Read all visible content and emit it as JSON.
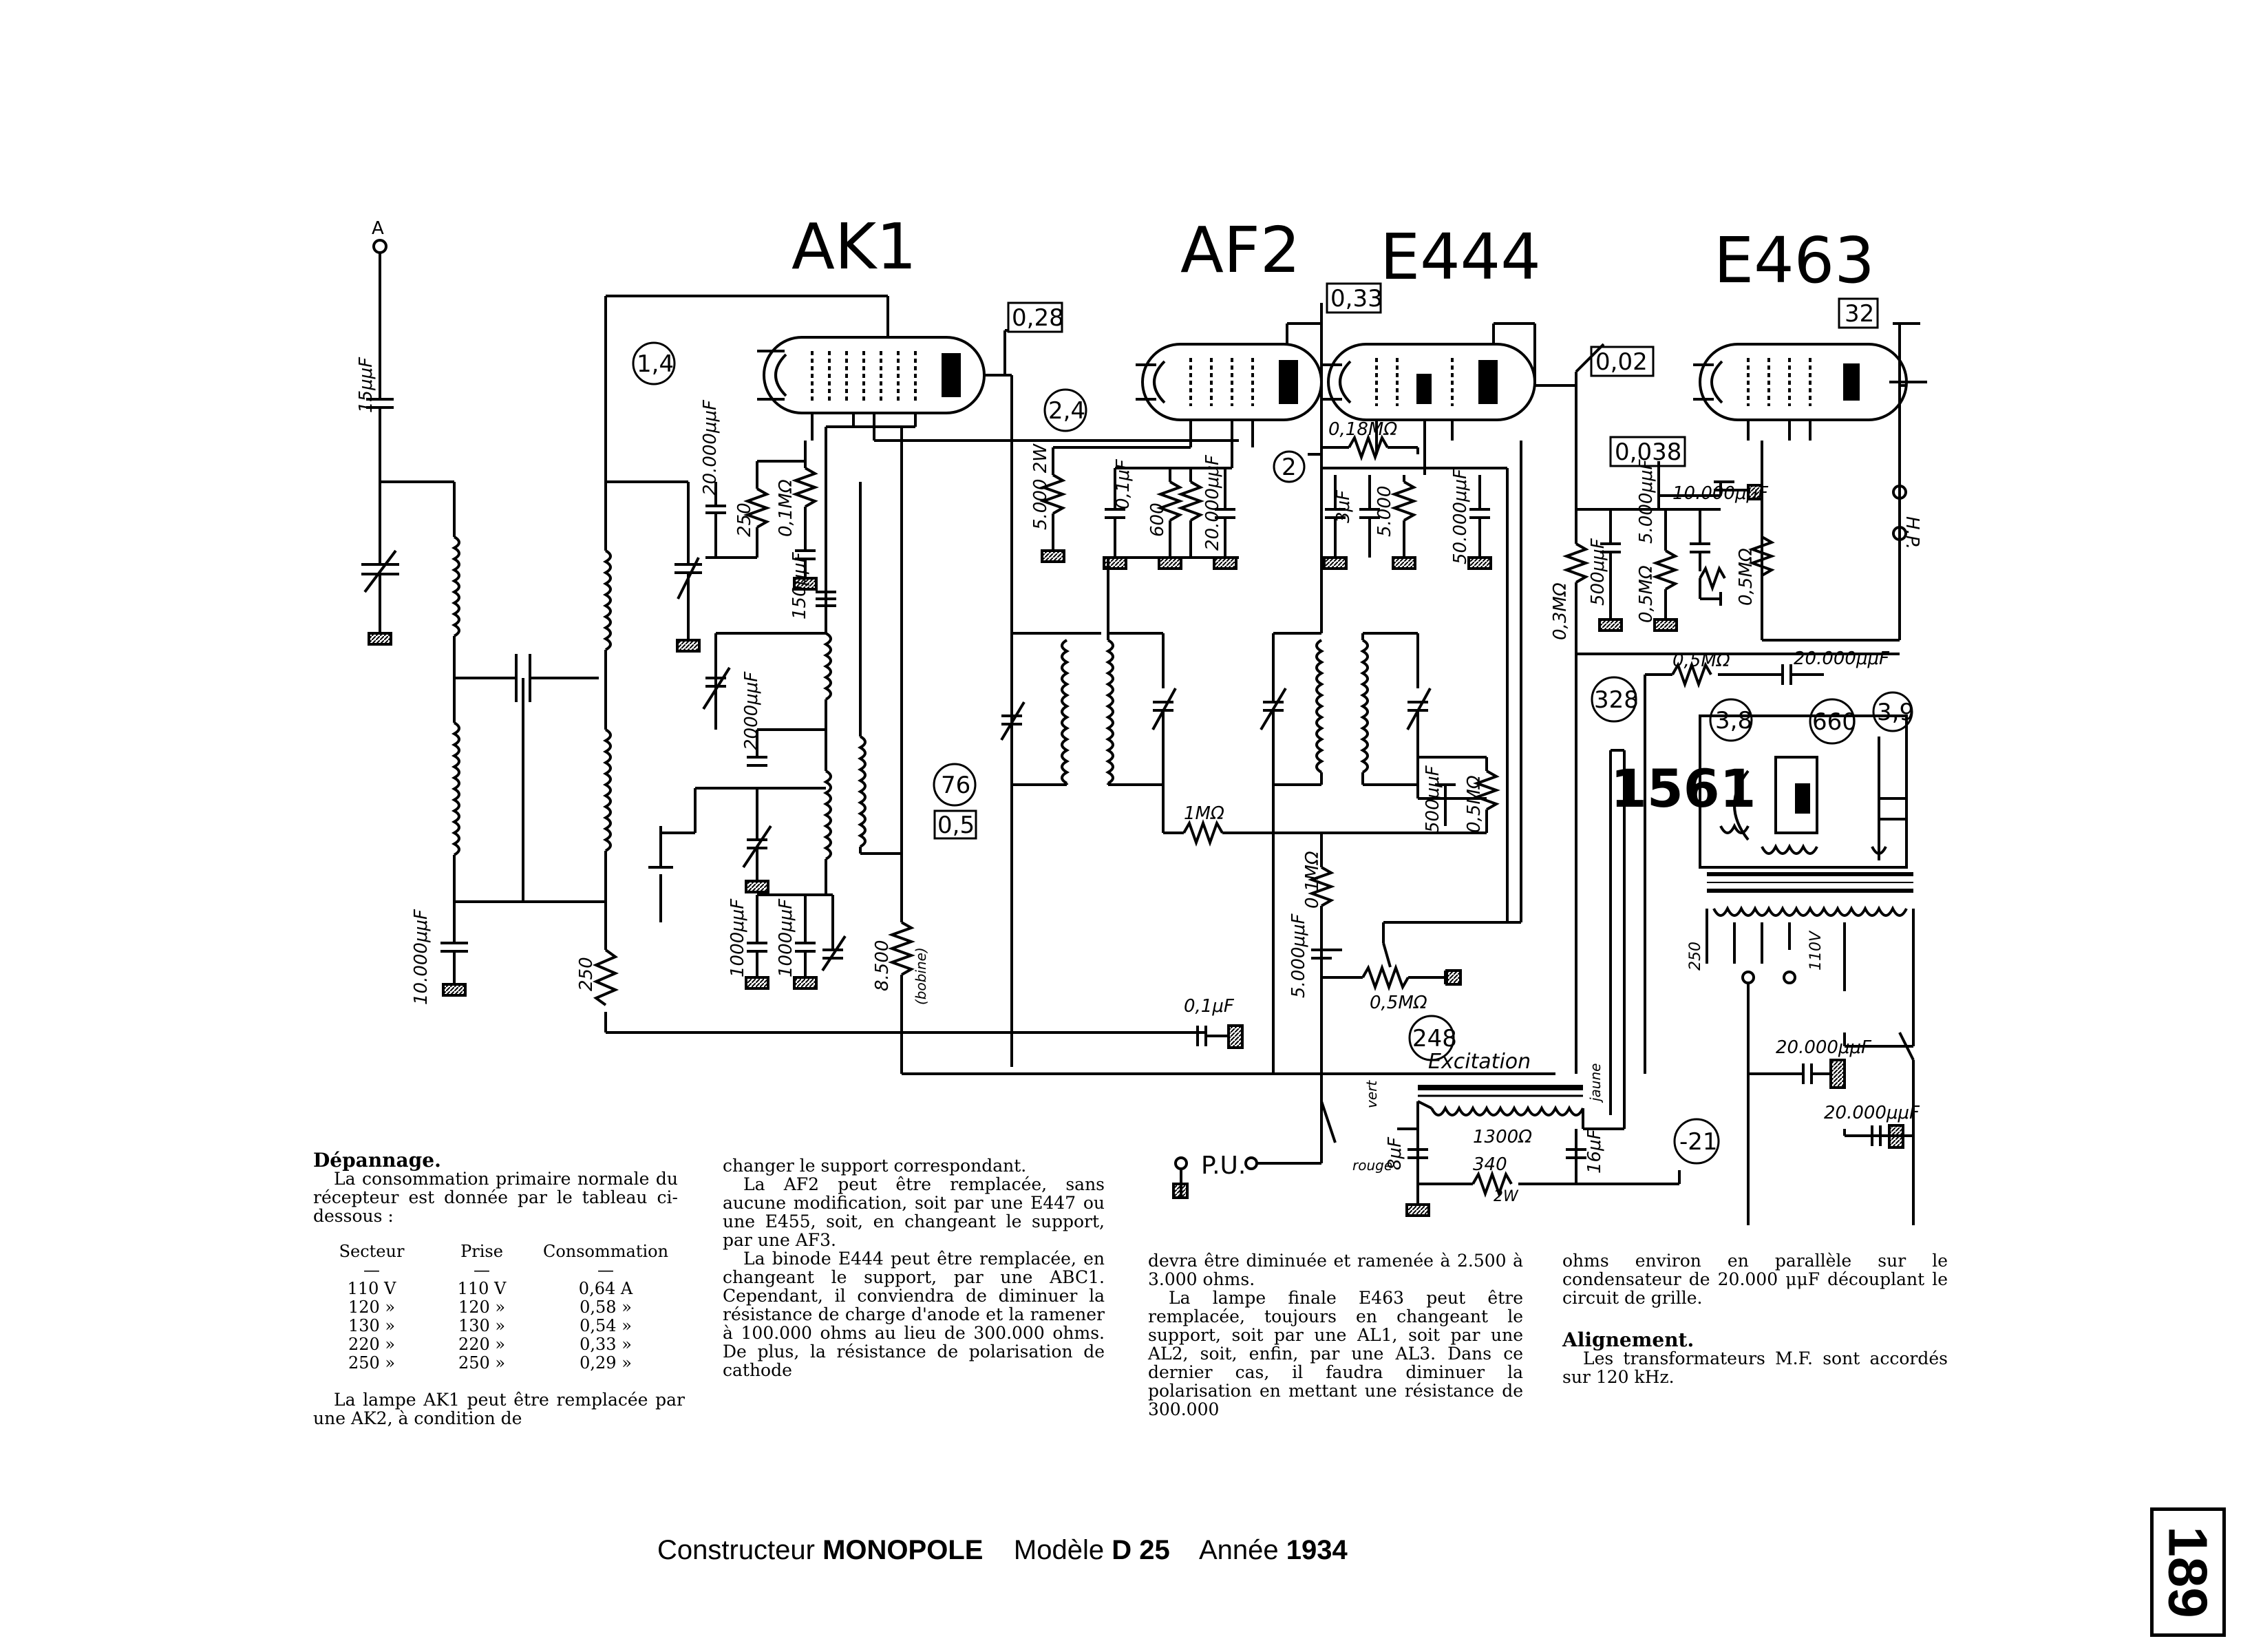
{
  "tubes": {
    "ak1": "AK1",
    "af2": "AF2",
    "e444": "E444",
    "e463": "E463"
  },
  "voltage_boxes": {
    "ak1_anode": "0,28",
    "af2_anode": "0,33",
    "e444_anode": "0,02",
    "e463_anode": "32",
    "ak1_cathode": "1,4",
    "screen": "2,4",
    "e444_grid": "2",
    "e463_cathode": "0,038",
    "osc_76": "76",
    "osc_05": "0,5",
    "rect_328": "328",
    "rect_38": "3,8",
    "rect_660": "660",
    "rect_39": "3,9",
    "hv_248": "248",
    "neg_21": "-21"
  },
  "rectifier_label": "1561",
  "antenna_label": "A",
  "pu_label": "P.U.",
  "component_labels": {
    "c_15uuF": "15μμF",
    "c_10000uuF": "10.000μμF",
    "r_250_left": "250",
    "c_20000uuF_a": "20.000μμF",
    "r_250_a": "250",
    "r_01MO_a": "0,1MΩ",
    "c_150uuF": "150μμF",
    "c_2000uuF": "2000μμF",
    "c_1000uuF_a": "1000μμF",
    "c_1000uuF_b": "1000μμF",
    "r_8500": "8.500",
    "r_bobine": "(bobine)",
    "r_5000_2w": "5.000 2W",
    "c_01uF_a": "0,1μF",
    "r_600": "600",
    "c_20000uuF_b": "20.000μμF",
    "r_018MO": "0,18MΩ",
    "c_3uF": "3μF",
    "r_5000": "5.000",
    "c_50000uuF": "50.000μμF",
    "r_1MO": "1MΩ",
    "c_500uuF_a": "500μμF",
    "r_05MO_a": "0,5MΩ",
    "r_01MO_b": "0,1MΩ",
    "c_5000uuF": "5.000μμF",
    "r_05MO_b": "0,5MΩ",
    "c_01uF_b": "0,1μF",
    "r_03MO": "0,3MΩ",
    "c_500uuF_b": "500μμF",
    "c_5000uuF_b": "5.000μμF",
    "r_05MO_c": "0,5MΩ",
    "c_10000uuF_b": "10.000μμF",
    "r_05MO_d": "0,5MΩ",
    "r_05MO_e": "0,5MΩ",
    "c_20000uuF_c": "20.000μμF",
    "hp": "H.P.",
    "excitation": "Excitation",
    "r_1300": "1300Ω",
    "c_8uF": "8μF",
    "c_16uF": "16μF",
    "r_340": "340",
    "r_340_w": "2W",
    "wire_rouge": "rouge",
    "wire_jaune": "jaune",
    "wire_vert": "vert",
    "v_250": "250",
    "v_110": "110V",
    "c_20000uuF_d": "20.000μμF",
    "c_20000uuF_e": "20.000μμF"
  },
  "text": {
    "depannage_title": "Dépannage.",
    "depannage_intro": "La consommation primaire normale du récepteur est donnée par le tableau ci-dessous :",
    "table_headers": [
      "Secteur",
      "Prise",
      "Consommation"
    ],
    "table_dashes": [
      "—",
      "—",
      "—"
    ],
    "table_rows": [
      [
        "110 V",
        "110 V",
        "0,64 A"
      ],
      [
        "120 »",
        "120 »",
        "0,58 »"
      ],
      [
        "130 »",
        "130 »",
        "0,54 »"
      ],
      [
        "220 »",
        "220 »",
        "0,33 »"
      ],
      [
        "250 »",
        "250 »",
        "0,29 »"
      ]
    ],
    "ak1_text": "La lampe AK1 peut être remplacée par une AK2, à condition de",
    "col2_p1": "changer le support correspondant.",
    "col2_p2": "La AF2 peut être remplacée, sans aucune modification, soit par une E447 ou une E455, soit, en changeant le support, par une AF3.",
    "col2_p3": "La binode E444 peut être remplacée, en changeant le support, par une ABC1. Cependant, il conviendra de diminuer la résistance de charge d'anode et la ramener à 100.000 ohms au lieu de 300.000 ohms. De plus, la résistance de polarisation de cathode",
    "col3_p1": "devra être diminuée et ramenée à 2.500 à 3.000 ohms.",
    "col3_p2": "La lampe finale E463 peut être remplacée, toujours en changeant le support, soit par une AL1, soit par une AL2, soit, enfin, par une AL3. Dans ce dernier cas, il faudra diminuer la polarisation en mettant une résistance de 300.000",
    "col4_p1": "ohms environ en parallèle sur le condensateur de 20.000 μμF découplant le circuit de grille.",
    "alignement_title": "Alignement.",
    "alignement_text": "Les transformateurs M.F. sont accordés sur 120 kHz."
  },
  "footer": {
    "constructeur_label": "Constructeur",
    "constructeur": "MONOPOLE",
    "modele_label": "Modèle",
    "modele": "D 25",
    "annee_label": "Année",
    "annee": "1934"
  },
  "page_number": "189"
}
